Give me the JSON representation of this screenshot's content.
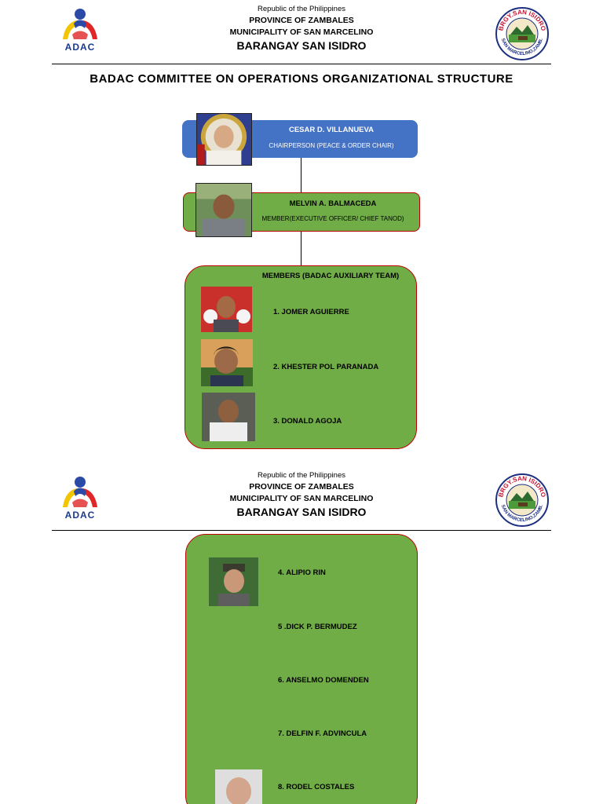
{
  "header": {
    "line1": "Republic of the Philippines",
    "line2": "PROVINCE OF ZAMBALES",
    "line3": "MUNICIPALITY OF SAN MARCELINO",
    "line4": "BARANGAY SAN ISIDRO",
    "logo_left_text": "ADAC",
    "logo_left_icon": "adac-hands-logo",
    "seal_text_top": "BRGY.SAN ISIDRO",
    "seal_text_bottom": "SAN MARCELINO,ZAMB.",
    "seal_icon": "barangay-seal"
  },
  "title": "BADAC COMMITTEE ON OPERATIONS ORGANIZATIONAL STRUCTURE",
  "chair": {
    "name": "CESAR D. VILLANUEVA",
    "role": "CHAIRPERSON (PEACE & ORDER CHAIR)"
  },
  "executive": {
    "name": "MELVIN A. BALMACEDA",
    "role": "MEMBER(EXECUTIVE OFFICER/ CHIEF TANOD)"
  },
  "members_heading": "MEMBERS (BADAC AUXILIARY TEAM)",
  "members": [
    "1.   JOMER AGUIERRE",
    "2.   KHESTER POL PARANADA",
    "3. DONALD AGOJA",
    "4. ALIPIO RIN",
    "5 .DICK P. BERMUDEZ",
    "6. ANSELMO DOMENDEN",
    "7. DELFIN F. ADVINCULA",
    "8. RODEL COSTALES"
  ],
  "colors": {
    "chair_box": "#4472c4",
    "member_box": "#70ad47",
    "border": "#c00000"
  }
}
